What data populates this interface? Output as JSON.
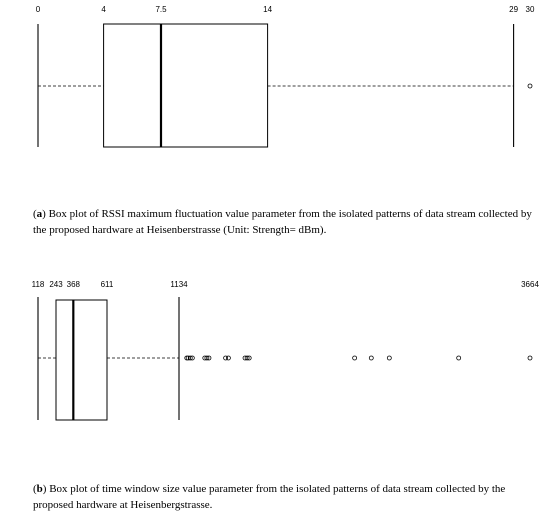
{
  "chart_data": [
    {
      "type": "boxplot",
      "orientation": "horizontal",
      "tick_labels": [
        "0",
        "4",
        "7.5",
        "14",
        "29",
        "30"
      ],
      "whisker_low": 0,
      "q1": 4,
      "median": 7.5,
      "q3": 14,
      "whisker_high": 29,
      "outliers": [
        30
      ],
      "xlim": [
        0,
        30
      ],
      "caption_letter": "a",
      "caption_text": ") Box plot of RSSI maximum fluctuation value parameter from the isolated patterns of data stream collected by the proposed hardware at Heisenberstrasse (Unit: Strength= dBm)."
    },
    {
      "type": "boxplot",
      "orientation": "horizontal",
      "tick_labels": [
        "118",
        "243",
        "368",
        "611",
        "1134",
        "3664"
      ],
      "whisker_low": 118,
      "q1": 243,
      "median": 368,
      "q3": 611,
      "whisker_high": 1134,
      "outliers": [
        1190,
        1200,
        1215,
        1230,
        1320,
        1335,
        1350,
        1470,
        1490,
        1610,
        1625,
        1640,
        2400,
        2520,
        2650,
        3150,
        3664
      ],
      "xlim": [
        118,
        3664
      ],
      "caption_letter": "b",
      "caption_text": ") Box plot of time window size value parameter from the isolated patterns of data stream collected by the proposed hardware at Heisenbergstrasse."
    }
  ]
}
